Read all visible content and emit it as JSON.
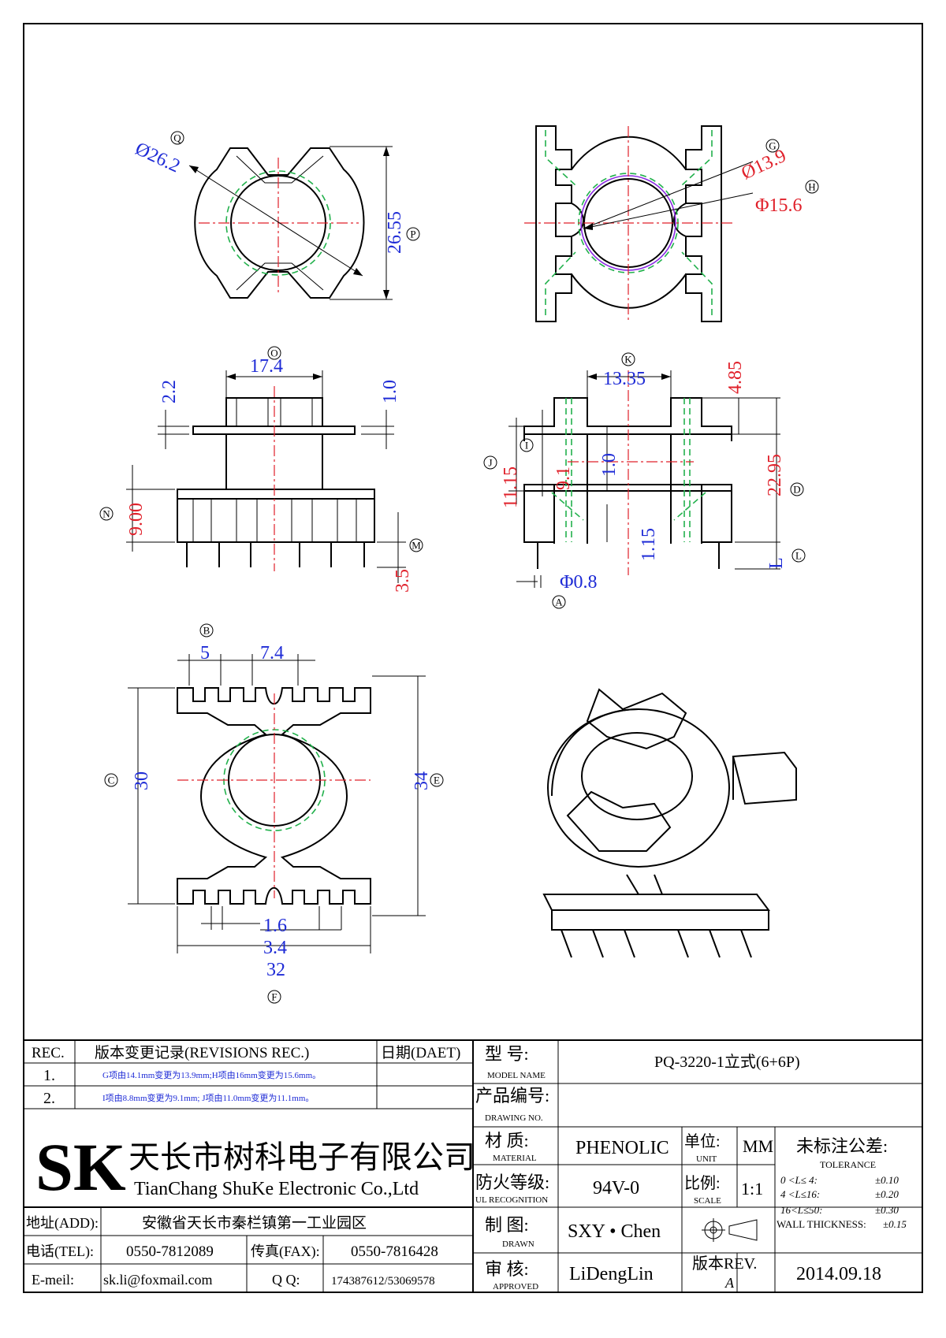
{
  "views": {
    "top_left": {
      "dia": "Ø26.2",
      "height": "26.55",
      "label_q": "Q",
      "label_p": "P"
    },
    "top_right": {
      "dia_g": "Ø13.9",
      "dia_h": "Φ15.6",
      "label_g": "G",
      "label_h": "H"
    },
    "front": {
      "width": "17.4",
      "top": "2.2",
      "flange": "1.0",
      "body": "9.00",
      "pin": "3.5",
      "label_o": "O",
      "label_n": "N",
      "label_m": "M"
    },
    "side": {
      "width": "13.35",
      "top": "4.85",
      "height": "22.95",
      "j": "11.15",
      "i": "9.1",
      "mid": "1.0",
      "lower": "1.15",
      "pin_dia": "Φ0.8",
      "l": "L",
      "label_k": "K",
      "label_d": "D",
      "label_j": "J",
      "label_i": "I",
      "label_l": "L",
      "label_a": "A"
    },
    "bottom": {
      "pitch": "5",
      "span": "7.4",
      "height_c": "30",
      "height_e": "34",
      "pin_w": "1.6",
      "pin_space": "3.4",
      "width": "32",
      "label_b": "B",
      "label_c": "C",
      "label_e": "E",
      "label_f": "F"
    }
  },
  "title_block": {
    "rev_header": "REC.",
    "rev_record_header": "版本变更记录(REVISIONS REC.)",
    "date_header": "日期(DAET)",
    "revisions": [
      {
        "no": "1.",
        "text": "G项由14.1mm变更为13.9mm;H项由16mm变更为15.6mm。"
      },
      {
        "no": "2.",
        "text": "I项由8.8mm变更为9.1mm; J项由11.0mm变更为11.1mm。"
      }
    ],
    "company_cn": "天长市树科电子有限公司",
    "company_en": "TianChang ShuKe Electronic Co.,Ltd",
    "logo": "SK",
    "address_label": "地址(ADD):",
    "address": "安徽省天长市秦栏镇第一工业园区",
    "tel_label": "电话(TEL):",
    "tel": "0550-7812089",
    "fax_label": "传真(FAX):",
    "fax": "0550-7816428",
    "email_label": "E-meil:",
    "email": "sk.li@foxmail.com",
    "qq_label": "Q Q:",
    "qq": "174387612/53069578",
    "model_label_cn": "型 号:",
    "model_label_en": "MODEL NAME",
    "model": "PQ-3220-1立式(6+6P)",
    "drawing_label_cn": "产品编号:",
    "drawing_label_en": "DRAWING NO.",
    "material_label_cn": "材 质:",
    "material_label_en": "MATERIAL",
    "material": "PHENOLIC",
    "ul_label_cn": "防火等级:",
    "ul_label_en": "UL RECOGNITION",
    "ul": "94V-0",
    "drawn_label_cn": "制 图:",
    "drawn_label_en": "DRAWN",
    "drawn": "SXY • Chen",
    "approved_label_cn": "审 核:",
    "approved_label_en": "APPROVED",
    "approved": "LiDengLin",
    "unit_label_cn": "单位:",
    "unit_label_en": "UNIT",
    "unit": "MM",
    "scale_label_cn": "比例:",
    "scale_label_en": "SCALE",
    "scale": "1:1",
    "rev_label": "版本REV.",
    "rev": "A",
    "date": "2014.09.18",
    "tolerance_title": "未标注公差:",
    "tolerance_en": "TOLERANCE",
    "tolerances": [
      {
        "range": "0 <L≤ 4:",
        "value": "±0.10"
      },
      {
        "range": "4 <L≤16:",
        "value": "±0.20"
      },
      {
        "range": "16<L≤50:",
        "value": "±0.30"
      }
    ],
    "wall_label": "WALL THICKNESS:",
    "wall_value": "±0.15"
  }
}
